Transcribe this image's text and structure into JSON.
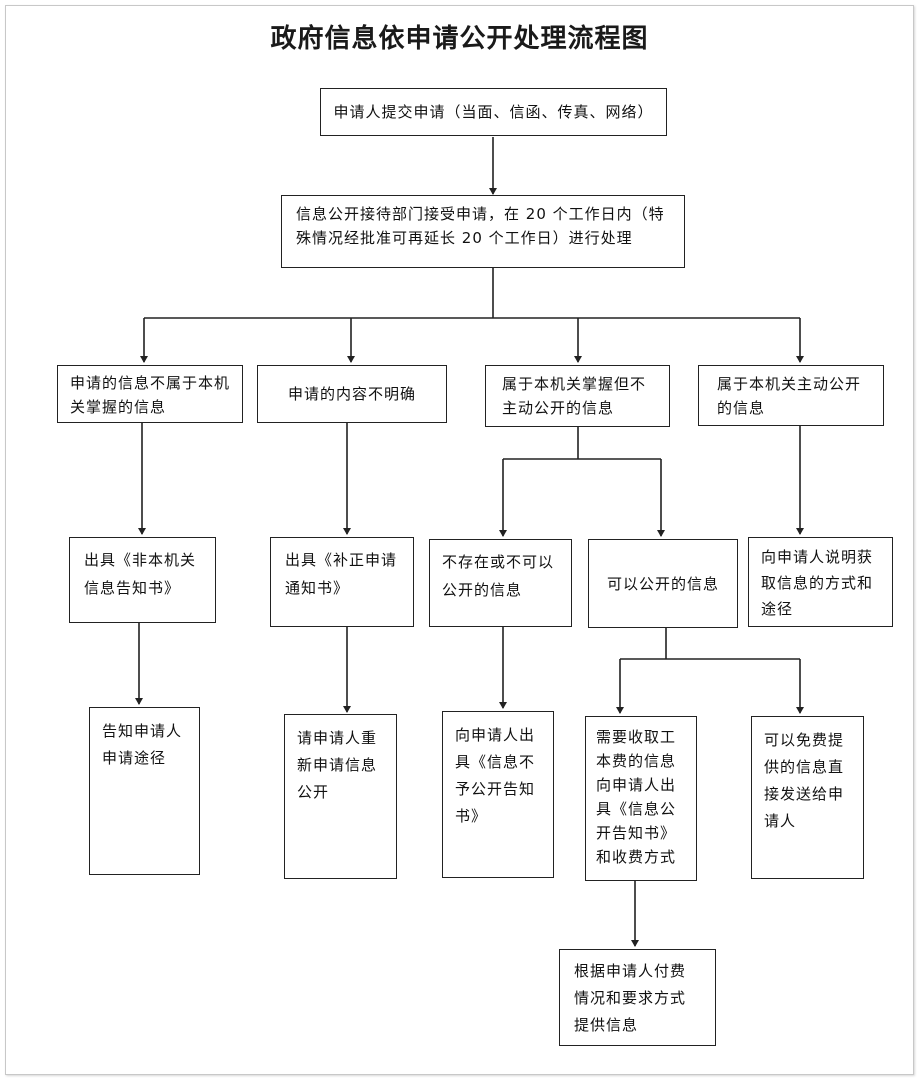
{
  "title": "政府信息依申请公开处理流程图",
  "nodes": {
    "submit": "申请人提交申请（当面、信函、传真、网络）",
    "accept": "信息公开接待部门接受申请，在 20 个工作日内（特殊情况经批准可再延长 20 个工作日）进行处理",
    "not_this_org": "申请的信息不属于本机关掌握的信息",
    "unclear": "申请的内容不明确",
    "held_not_active": "属于本机关掌握但不主动公开的信息",
    "active_public": "属于本机关主动公开的信息",
    "issue_not_this_org": "出具《非本机关信息告知书》",
    "issue_correction": "出具《补正申请通知书》",
    "not_exist_or_not_public": "不存在或不可以公开的信息",
    "can_public": "可以公开的信息",
    "explain_access": "向申请人说明获取信息的方式和途径",
    "inform_channel": "告知申请人申请途径",
    "reapply": "请申请人重新申请信息公开",
    "issue_not_public": "向申请人出具《信息不予公开告知书》",
    "charge_needed": "需要收取工本费的信息向申请人出具《信息公开告知书》和收费方式",
    "free_provide": "可以免费提供的信息直接发送给申请人",
    "provide_after_pay": "根据申请人付费情况和要求方式提供信息"
  },
  "colors": {
    "line": "#222222",
    "border": "#222222",
    "frame": "#c8c8c8"
  }
}
